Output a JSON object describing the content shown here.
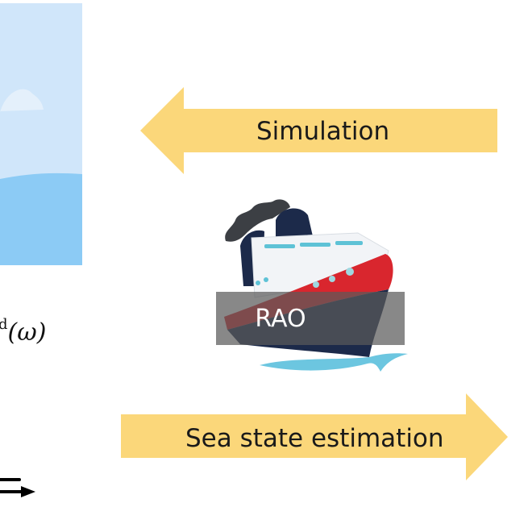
{
  "diagram": {
    "left_panel": {
      "description": "sky and sea illustration",
      "colors": {
        "sky": "#d0e6fa",
        "sea": "#8ccbf5",
        "cloud": "#e4f0fb"
      }
    },
    "formula": {
      "superscript": "d",
      "argument": "(ω)"
    },
    "arrows": [
      {
        "id": "simulation",
        "label": "Simulation",
        "direction": "left",
        "color": "#fbd77a"
      },
      {
        "id": "sea_state_estimation",
        "label": "Sea state estimation",
        "direction": "right",
        "color": "#fbd77a"
      }
    ],
    "ship": {
      "label": "RAO",
      "colors": {
        "hull_red": "#d9262e",
        "hull_navy": "#1c2a4a",
        "superstructure": "#f2f4f7",
        "smoke": "#3c3f44",
        "window": "#5ec2d6",
        "wave": "#6cc6e0"
      }
    },
    "double_arrow_symbol": "⇒"
  }
}
